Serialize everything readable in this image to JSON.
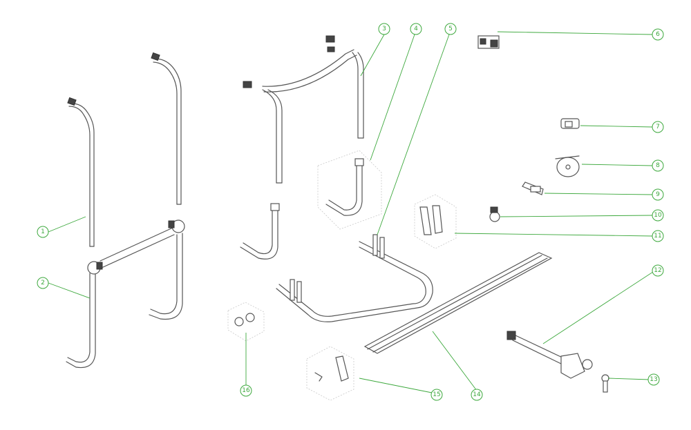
{
  "diagram": {
    "callouts": [
      {
        "id": "callout-1",
        "label": "1"
      },
      {
        "id": "callout-2",
        "label": "2"
      },
      {
        "id": "callout-3",
        "label": "3"
      },
      {
        "id": "callout-4",
        "label": "4"
      },
      {
        "id": "callout-5",
        "label": "5"
      },
      {
        "id": "callout-6",
        "label": "6"
      },
      {
        "id": "callout-7",
        "label": "7"
      },
      {
        "id": "callout-8",
        "label": "8"
      },
      {
        "id": "callout-9",
        "label": "9"
      },
      {
        "id": "callout-10",
        "label": "10"
      },
      {
        "id": "callout-11",
        "label": "11"
      },
      {
        "id": "callout-12",
        "label": "12"
      },
      {
        "id": "callout-13",
        "label": "13"
      },
      {
        "id": "callout-14",
        "label": "14"
      },
      {
        "id": "callout-15",
        "label": "15"
      },
      {
        "id": "callout-16",
        "label": "16"
      }
    ],
    "colors": {
      "callout": "#3ca83c",
      "linework": "#555555",
      "background": "#ffffff"
    }
  }
}
